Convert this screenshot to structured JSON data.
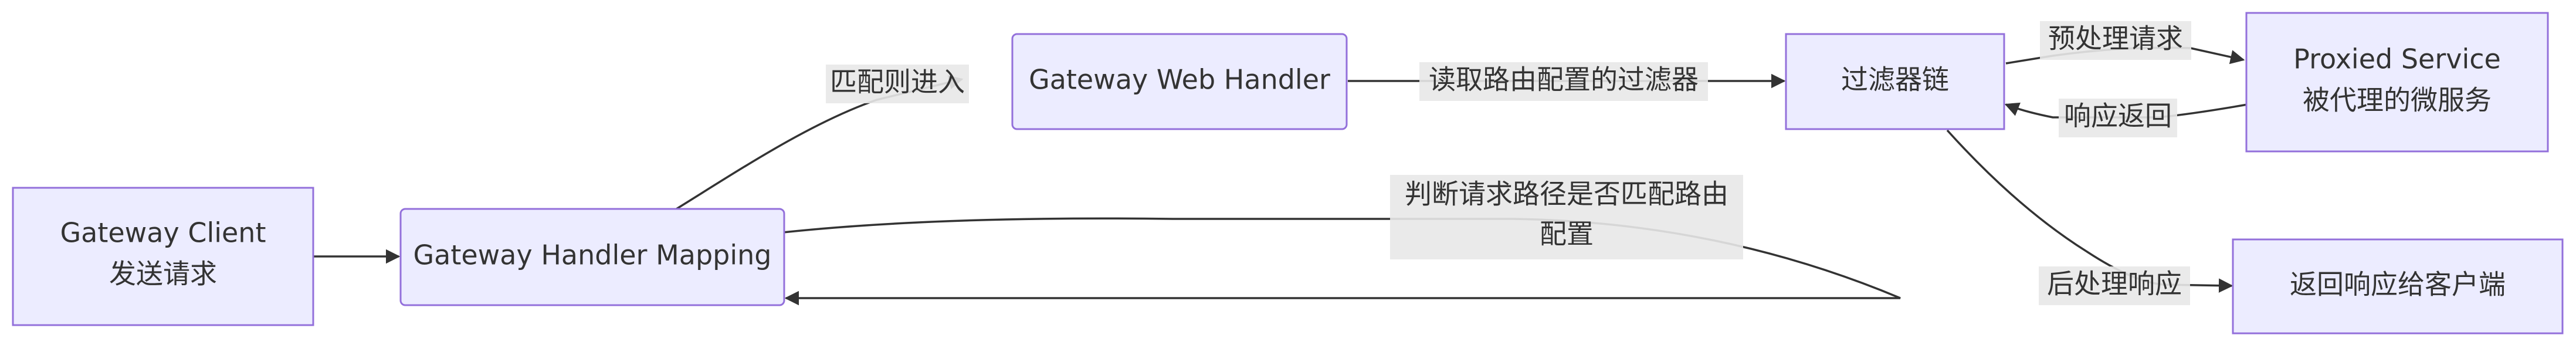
{
  "diagram": {
    "nodes": {
      "client": {
        "line1": "Gateway Client",
        "line2": "发送请求"
      },
      "mapping": {
        "label": "Gateway Handler Mapping"
      },
      "webhandler": {
        "label": "Gateway Web Handler"
      },
      "chain": {
        "label": "过滤器链"
      },
      "proxied": {
        "line1": "Proxied Service",
        "line2": "被代理的微服务"
      },
      "response": {
        "label": "返回响应给客户端"
      }
    },
    "edges": {
      "mapping_to_webhandler": "匹配则进入",
      "webhandler_to_chain": "读取路由配置的过滤器",
      "chain_to_proxied": "预处理请求",
      "proxied_to_chain": "响应返回",
      "mapping_loop": {
        "line1": "判断请求路径是否匹配路由",
        "line2": "配置"
      },
      "chain_to_response": "后处理响应"
    }
  }
}
